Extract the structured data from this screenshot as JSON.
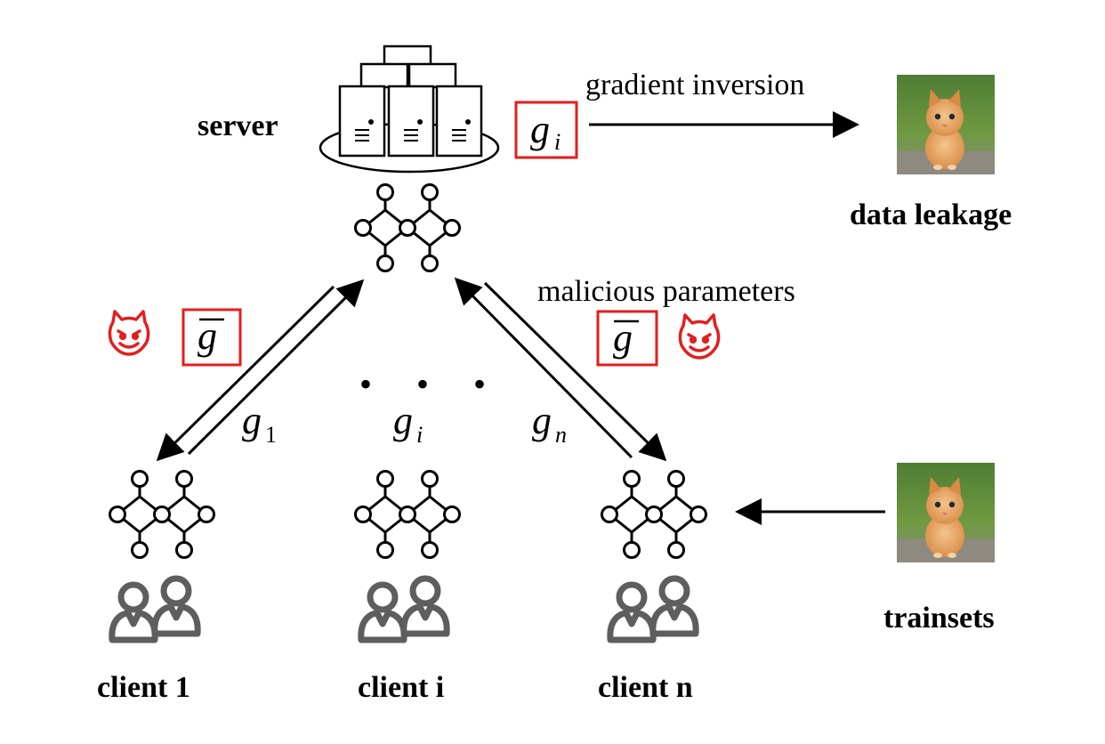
{
  "server": {
    "label": "server"
  },
  "server_gradient": {
    "symbol": "g",
    "subscript": "i"
  },
  "gradient_inversion": {
    "label": "gradient inversion"
  },
  "data_leakage": {
    "label": "data leakage",
    "image": "kitten-photo"
  },
  "malicious_parameters": {
    "label": "malicious parameters"
  },
  "aggregated_gradient": {
    "symbol": "g",
    "decoration": "overline"
  },
  "attacker_icon": "devil-face-icon",
  "ellipsis": "• • •",
  "client_gradients": [
    {
      "symbol": "g",
      "subscript": "1"
    },
    {
      "symbol": "g",
      "subscript": "i"
    },
    {
      "symbol": "g",
      "subscript": "n"
    }
  ],
  "clients": [
    {
      "label": "client 1"
    },
    {
      "label": "client i"
    },
    {
      "label": "client n"
    }
  ],
  "trainsets": {
    "label": "trainsets",
    "image": "kitten-photo"
  },
  "colors": {
    "highlight": "#e41e1e",
    "person": "#5e5e5e",
    "ink": "#000000"
  }
}
